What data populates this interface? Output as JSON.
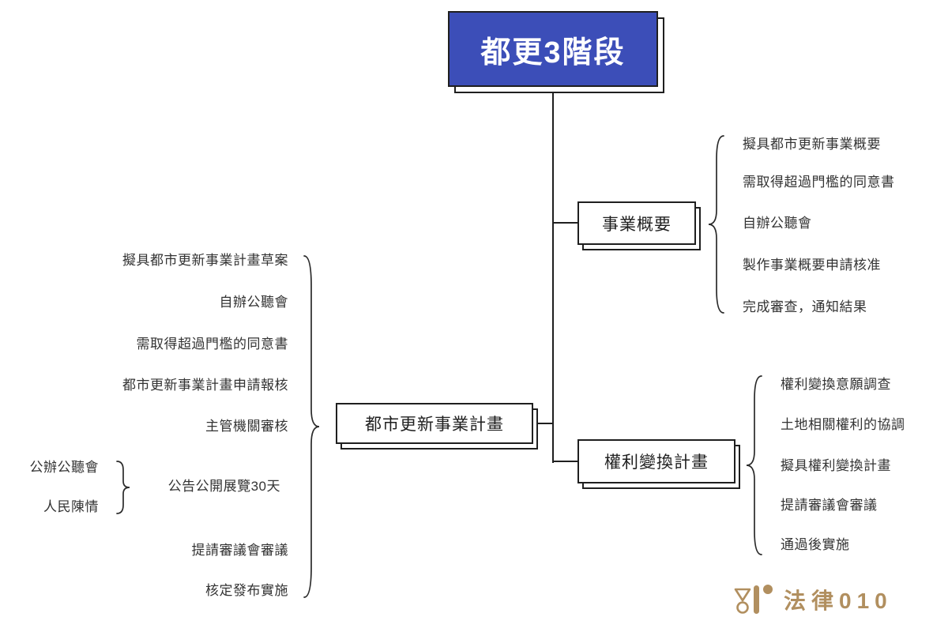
{
  "title": "都更3階段",
  "branches": {
    "summary": {
      "label": "事業概要",
      "items": [
        "擬具都市更新事業概要",
        "需取得超過門檻的同意書",
        "自辦公聽會",
        "製作事業概要申請核准",
        "完成審查，通知結果"
      ]
    },
    "plan": {
      "label": "都市更新事業計畫",
      "items": [
        "擬具都市更新事業計畫草案",
        "自辦公聽會",
        "需取得超過門檻的同意書",
        "都市更新事業計畫申請報核",
        "主管機關審核",
        "公告公開展覽30天",
        "提請審議會審議",
        "核定發布實施"
      ],
      "sub_items": [
        "公辦公聽會",
        "人民陳情"
      ]
    },
    "rights": {
      "label": "權利變換計畫",
      "items": [
        "權利變換意願調查",
        "土地相關權利的協調",
        "擬具權利變換計畫",
        "提請審議會審議",
        "通過後實施"
      ]
    }
  },
  "logo": {
    "text": "法律010"
  },
  "colors": {
    "root_bg": "#3c4eb8",
    "line": "#1f1f1f",
    "brand": "#b18f5f"
  }
}
